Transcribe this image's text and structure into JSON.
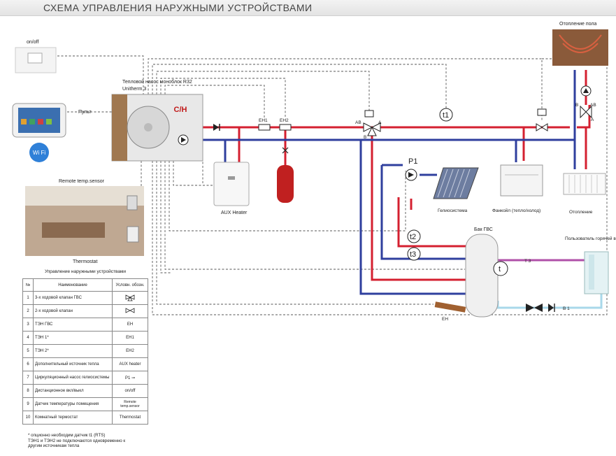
{
  "title": "СХЕМА УПРАВЛЕНИЯ НАРУЖНЫМИ УСТРОЙСТВАМИ",
  "labels": {
    "onoff": "on/off",
    "heatpump_line1": "Тепловой насос моноблок R32",
    "heatpump_line2": "Unitherm 3",
    "remote": "Пульт",
    "wifi": "Wi Fi",
    "remote_sensor": "Remote temp.sensor",
    "thermostat": "Thermostat",
    "brand": "C/H",
    "aux_heater": "AUX Heater",
    "solar": "Гелиосистема",
    "fancoil": "Фанкойл (тепло/холод)",
    "radiator": "Отопление",
    "floor_heating": "Отопление пола",
    "tank": "Бак ГВС",
    "user": "Пользователь горячей воды",
    "eh": "EH",
    "eh1": "EH1",
    "eh2": "EH2",
    "p1": "P1",
    "t1": "t1",
    "t2": "t2",
    "t3": "t3",
    "t": "t",
    "T3": "T 3",
    "B1": "B 1",
    "AB": "AB",
    "A": "A",
    "B": "B"
  },
  "legend": {
    "caption": "Управление наружными устройствами",
    "headers": [
      "№",
      "Наименование",
      "Условн. обозн."
    ],
    "rows": [
      {
        "n": "1",
        "name": "3-х ходовой клапан ГВС",
        "sym": ""
      },
      {
        "n": "2",
        "name": "2-х ходовой клапан",
        "sym": ""
      },
      {
        "n": "3",
        "name": "ТЭН ГВС",
        "sym": "EH"
      },
      {
        "n": "4",
        "name": "ТЭН 1*",
        "sym": "EH1"
      },
      {
        "n": "5",
        "name": "ТЭН 2*",
        "sym": "EH2"
      },
      {
        "n": "6",
        "name": "Дополнительный источник тепла",
        "sym": "AUX heater"
      },
      {
        "n": "7",
        "name": "Циркуляционный насос гелиосистемы",
        "sym": "P1"
      },
      {
        "n": "8",
        "name": "Дистанционное вкл/выкл",
        "sym": "on/off"
      },
      {
        "n": "9",
        "name": "Датчик температуры помещения",
        "sym": "Remote temp.sensor"
      },
      {
        "n": "10",
        "name": "Комнатный термостат",
        "sym": "Thermostat"
      }
    ]
  },
  "footnote": {
    "line1": "* опционно необходим датчик t1 (RTS)",
    "line2": "ТЭН1 и ТЭН2 не подключаются одновременно к",
    "line3": "другим источникам тепла"
  },
  "colors": {
    "supply": "#d42030",
    "return": "#2f3f9e",
    "dhw": "#a8d8ea",
    "hotwater": "#b050a8",
    "control": "#555555"
  }
}
